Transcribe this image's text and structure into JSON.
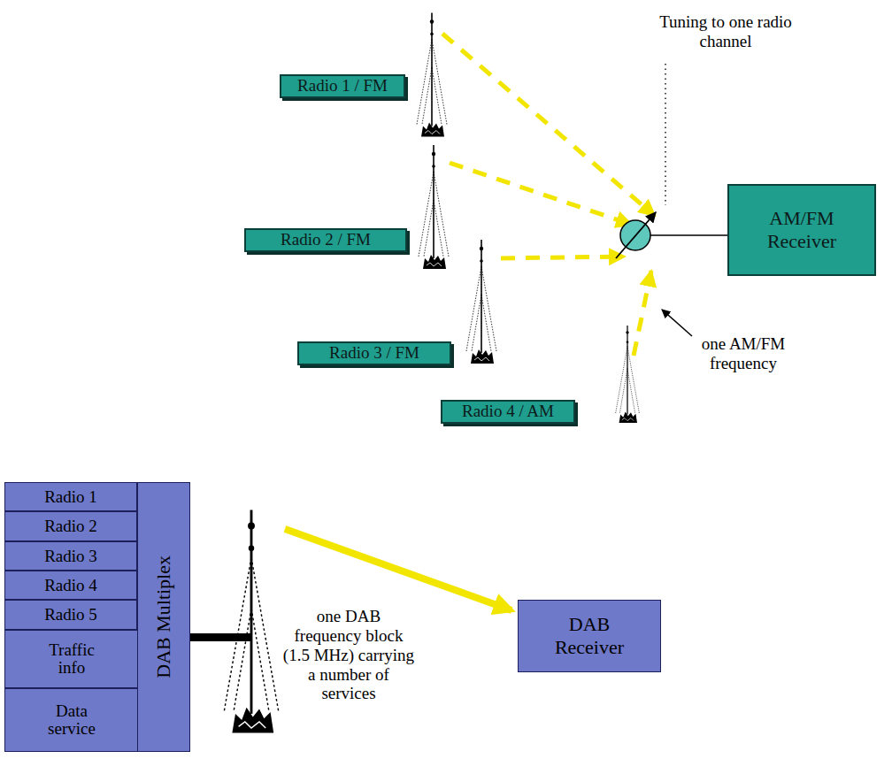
{
  "diagram": {
    "nodes": [
      {
        "text": [
          "Radio 1 / FM"
        ]
      },
      {
        "text": [
          "Radio 2 / FM"
        ]
      },
      {
        "text": [
          "Radio 3 / FM"
        ]
      },
      {
        "text": [
          "Radio 4 / AM"
        ]
      },
      {
        "text": [
          "AM/FM Receiver"
        ]
      },
      {
        "text": [
          "Radio 1"
        ]
      },
      {
        "text": [
          "Radio 2"
        ]
      },
      {
        "text": [
          "Radio 3"
        ]
      },
      {
        "text": [
          "Radio 4"
        ]
      },
      {
        "text": [
          "Radio 5"
        ]
      },
      {
        "text": [
          "Traffic info"
        ]
      },
      {
        "text": [
          "Data service"
        ]
      },
      {
        "text": [
          "DAB Multiplex"
        ]
      },
      {
        "text": [
          "DAB Receiver"
        ]
      }
    ],
    "labels": [
      "Tuning to one radio channel",
      "one AM/FM frequency",
      "one DAB frequency block (1.5 MHz) carrying a number of services"
    ]
  }
}
